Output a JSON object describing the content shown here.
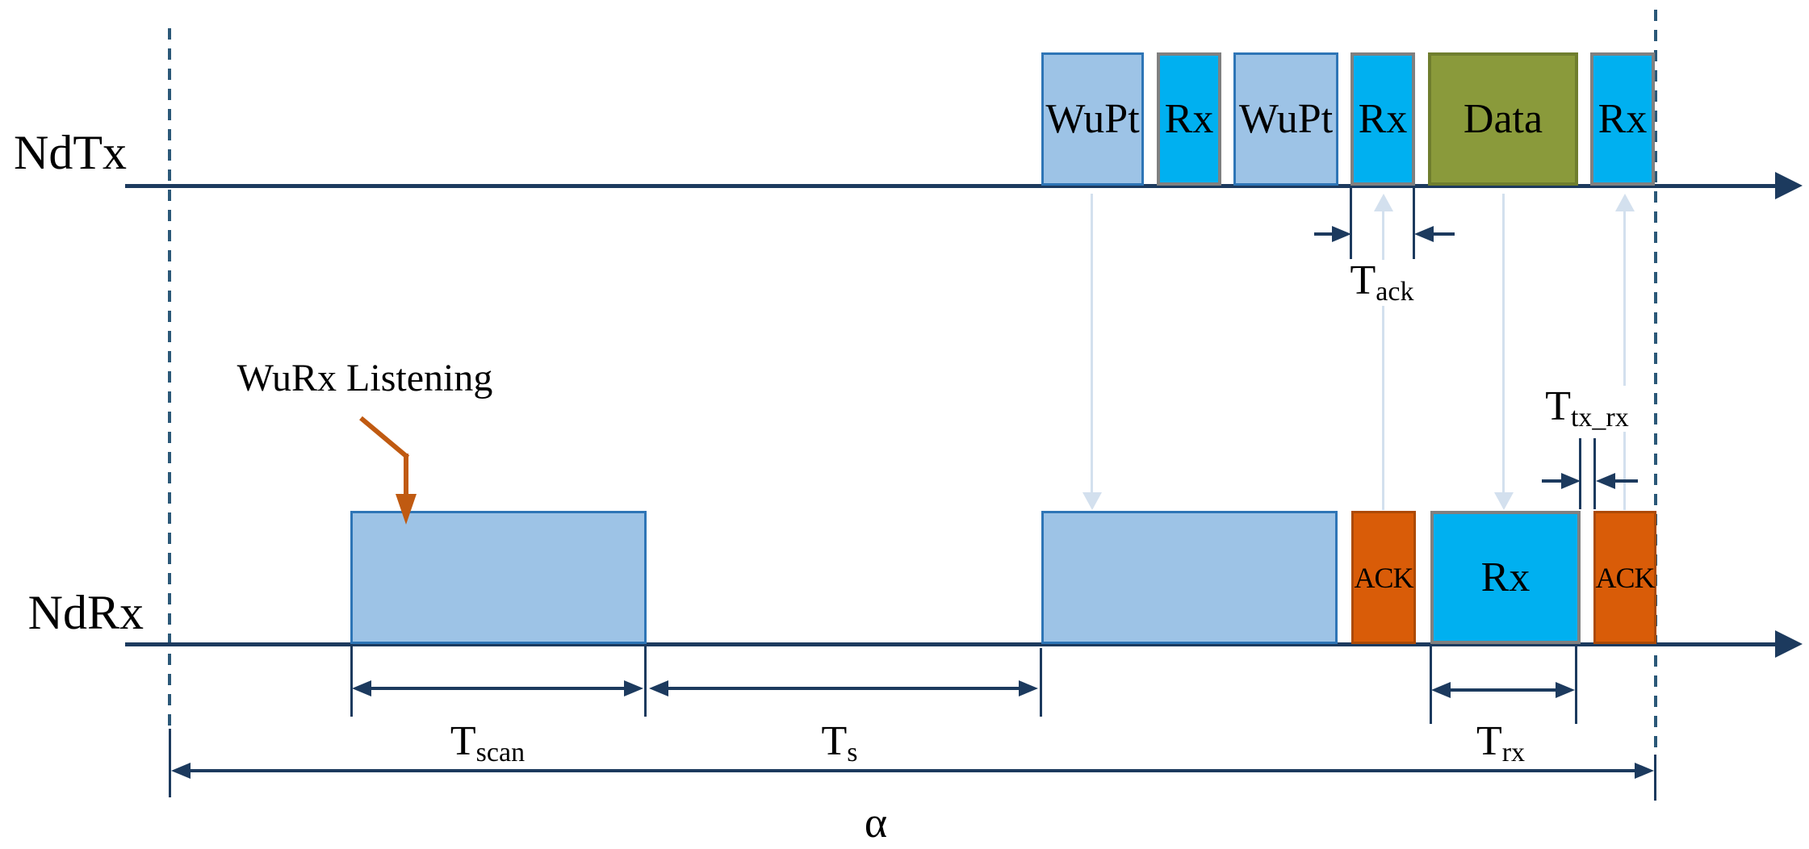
{
  "rows": {
    "tx_label": "NdTx",
    "rx_label": "NdRx"
  },
  "tx_blocks": [
    {
      "label": "WuPt",
      "type": "wakeup-packet"
    },
    {
      "label": "Rx",
      "type": "rx-slot"
    },
    {
      "label": "WuPt",
      "type": "wakeup-packet"
    },
    {
      "label": "Rx",
      "type": "rx-slot"
    },
    {
      "label": "Data",
      "type": "data-packet"
    },
    {
      "label": "Rx",
      "type": "rx-slot"
    }
  ],
  "rx_blocks": [
    {
      "label": "",
      "type": "wurx-scan"
    },
    {
      "label": "",
      "type": "wurx-scan"
    },
    {
      "label": "ACK",
      "type": "ack"
    },
    {
      "label": "Rx",
      "type": "rx-slot"
    },
    {
      "label": "ACK",
      "type": "ack"
    }
  ],
  "annotations": {
    "wurx_listening": "WuRx Listening",
    "alpha": "α"
  },
  "measurements": {
    "t_scan": {
      "main": "T",
      "sub": "scan"
    },
    "t_s": {
      "main": "T",
      "sub": "s"
    },
    "t_ack": {
      "main": "T",
      "sub": "ack"
    },
    "t_rx": {
      "main": "T",
      "sub": "rx"
    },
    "t_tx_rx": {
      "main": "T",
      "sub": "tx_rx"
    }
  },
  "colors": {
    "line": "#1C3A5E",
    "dash": "#2B5878",
    "light_arrow": "#D3E0EE",
    "annot": "#C05A11",
    "wakeup_fill": "#9DC3E6",
    "wakeup_border": "#2E75B6",
    "rx_fill": "#00B0F0",
    "rx_border": "#808080",
    "data_fill": "#8A9A3B",
    "data_border": "#6F7E2E",
    "ack_fill": "#D95C08",
    "ack_border": "#AC4A06"
  }
}
